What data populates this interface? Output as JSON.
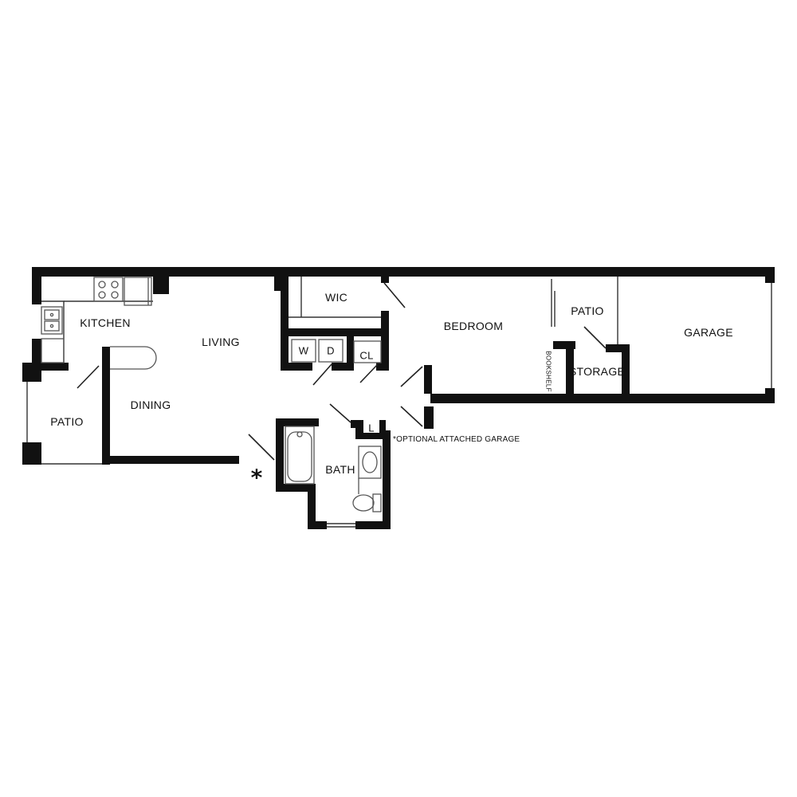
{
  "plan": {
    "rooms": {
      "kitchen": "KITCHEN",
      "living": "LIVING",
      "dining": "DINING",
      "patio_left": "PATIO",
      "wic": "WIC",
      "washer": "W",
      "dryer": "D",
      "closet": "CL",
      "bedroom": "BEDROOM",
      "patio_right": "PATIO",
      "garage": "GARAGE",
      "storage": "STORAGE",
      "bookshelf": "BOOKSHELF",
      "linen": "L",
      "bath": "BATH"
    },
    "note": "*OPTIONAL ATTACHED GARAGE",
    "asterisk": "*"
  },
  "colors": {
    "wall": "#111111",
    "fixture": "#555555",
    "background": "#ffffff"
  }
}
